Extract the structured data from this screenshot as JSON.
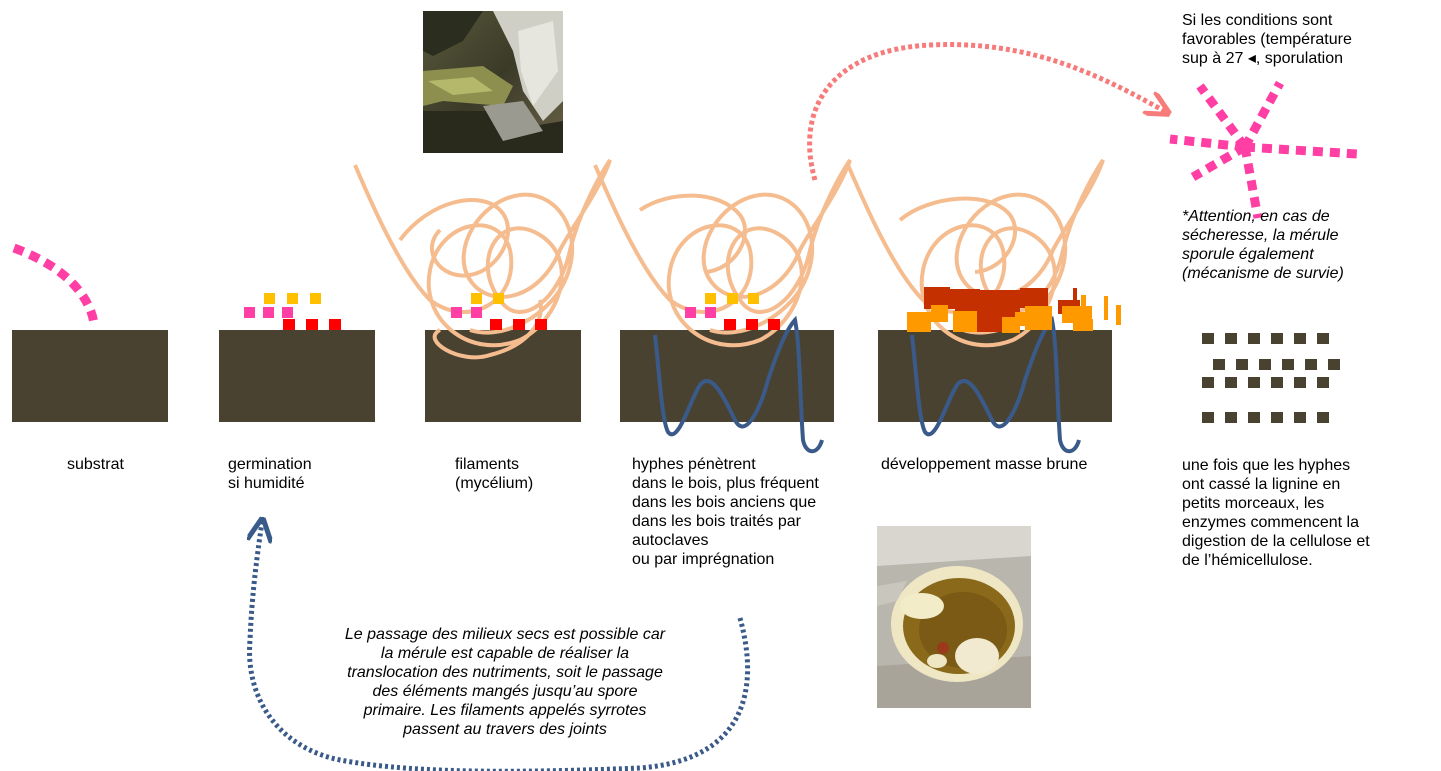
{
  "colors": {
    "substrate": "#4a4231",
    "hyphae": "#f5bd8f",
    "deep_hyphae": "#3a5a8a",
    "spore_pink": "#ff3fa4",
    "spore_yellow": "#ffc000",
    "spore_red": "#ff0000",
    "brown_mass": "#c43000",
    "orange_mass": "#ff9900",
    "cellulose": "#4a4231",
    "arrow_salmon": "#f77b7b",
    "arrow_blue": "#3a5a8a"
  },
  "labels": {
    "substrat": "substrat",
    "germination": "germination\nsi humidité",
    "filaments": "filaments\n(mycélium)",
    "hyphes": "hyphes pénètrent\ndans le bois, plus fréquent\ndans les bois anciens que\ndans les bois traités par\nautoclaves\nou par imprégnation",
    "developpement": "développement masse brune",
    "sporulation": "Si les conditions sont\nfavorables (température\nsup à 27 ◂, sporulation",
    "attention": "*Attention, en cas de\nsécheresse, la mérule\nsporule également\n(mécanisme de survie)",
    "digestion": "une fois que les hyphes\nont cassé la lignine en\npetits morceaux, les\nenzymes commencent la\ndigestion de la cellulose et\nde l’hémicellulose.",
    "translocation": "Le passage des milieux secs est possible car\nla mérule est capable de réaliser la\ntranslocation des nutriments, soit le passage\ndes éléments mangés jusqu’au spore\nprimaire. Les filaments appelés syrrotes\npassent au travers des joints"
  },
  "icons": {
    "photo_top": "fungus-mycelium-photo",
    "photo_bottom": "fungus-fruiting-body-photo"
  }
}
